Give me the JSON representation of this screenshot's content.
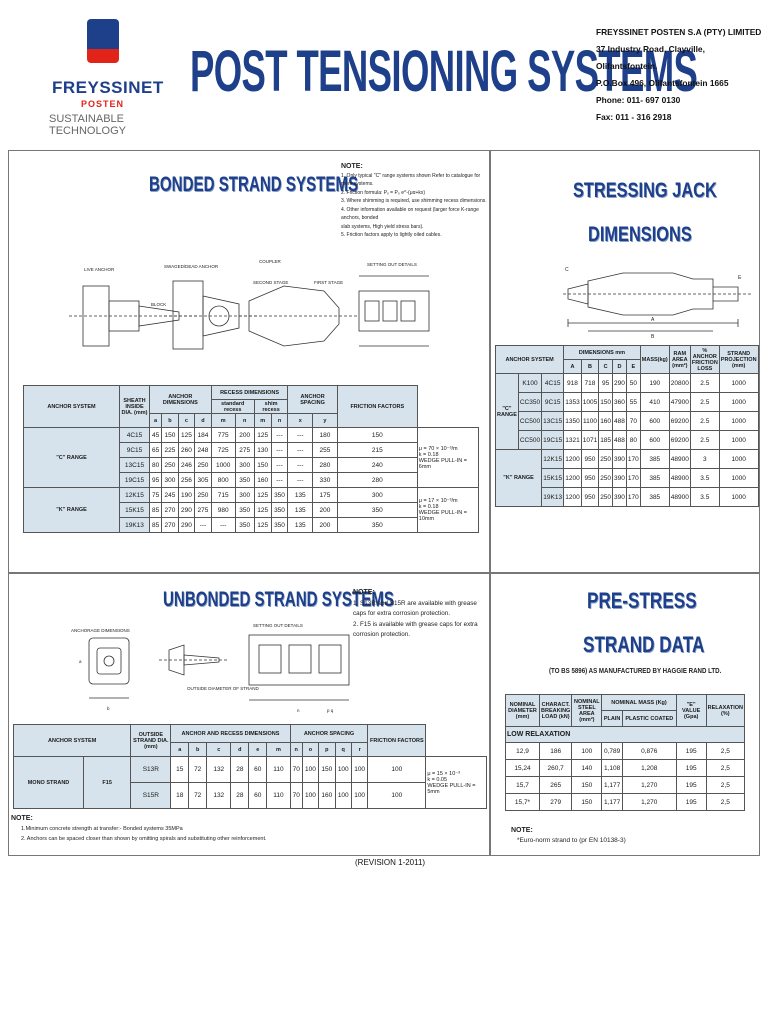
{
  "logo": {
    "name": "FREYSSINET",
    "sub": "POSTEN",
    "tagline": "SUSTAINABLE TECHNOLOGY"
  },
  "title": "POST TENSIONING SYSTEMS",
  "company": {
    "lines": [
      "FREYSSINET POSTEN S.A (PTY) LIMITED",
      "37 Industry Road, Clayville, Olifantsfontein.",
      "P.O.Box 496, Olifantsfontein 1665",
      "Phone: 011- 697 0130",
      "Fax: 011 - 316 2918"
    ]
  },
  "bonded": {
    "title": "BONDED STRAND SYSTEMS",
    "note_title": "NOTE:",
    "notes": [
      "1. Only typical \"C\" range systems shown Refer to catalogue for more systems.",
      "2. Friction formula: Pₓ = P₀ e^-(μα+kx)",
      "3. Where shimming is required, use shimming recess dimensions.",
      "4. Other information available on request (larger force K-range anchors, bonded",
      "slab systems, High yield stress bars).",
      "5. Friction factors apply to lightly oiled cables."
    ],
    "diagram_labels": [
      "LIVE ANCHOR",
      "SWAGED/DEAD ANCHOR",
      "COUPLER",
      "SETTING OUT DETAILS",
      "BLOCK",
      "SECOND STAGE",
      "FIRST STAGE"
    ],
    "headers": {
      "anchor_system": "ANCHOR SYSTEM",
      "sheath": "SHEATH INSIDE DIA. (mm)",
      "anchor_dims": "ANCHOR DIMENSIONS",
      "recess_dims": "RECESS DIMENSIONS",
      "standard_recess": "standard recess",
      "shim_recess": "shim recess",
      "anchor_spacing": "ANCHOR SPACING",
      "friction": "FRICTION FACTORS",
      "cols": [
        "a",
        "b",
        "c",
        "d",
        "m",
        "n",
        "m",
        "n",
        "x",
        "y"
      ]
    },
    "c_range_label": "\"C\" RANGE",
    "k_range_label": "\"K\" RANGE",
    "c_rows": [
      [
        "4C15",
        "45",
        "150",
        "125",
        "184",
        "775",
        "200",
        "125",
        "---",
        "---",
        "180",
        "150"
      ],
      [
        "9C15",
        "65",
        "225",
        "260",
        "248",
        "725",
        "275",
        "130",
        "---",
        "---",
        "255",
        "215"
      ],
      [
        "13C15",
        "80",
        "250",
        "246",
        "250",
        "1000",
        "300",
        "150",
        "---",
        "---",
        "280",
        "240"
      ],
      [
        "19C15",
        "95",
        "300",
        "256",
        "305",
        "800",
        "350",
        "160",
        "---",
        "---",
        "330",
        "280"
      ]
    ],
    "k_rows": [
      [
        "12K15",
        "75",
        "245",
        "190",
        "250",
        "715",
        "300",
        "125",
        "350",
        "135",
        "175",
        "300"
      ],
      [
        "15K15",
        "85",
        "270",
        "290",
        "275",
        "980",
        "350",
        "125",
        "350",
        "135",
        "200",
        "350"
      ],
      [
        "19K13",
        "85",
        "270",
        "290",
        "---",
        "---",
        "350",
        "125",
        "350",
        "135",
        "200",
        "350"
      ]
    ],
    "c_friction": [
      "μ = 70 × 10⁻³/m",
      "k = 0.18",
      "WEDGE PULL-IN = 6mm"
    ],
    "k_friction": [
      "μ = 17 × 10⁻³/m",
      "k = 0.18",
      "WEDGE PULL-IN = 10mm"
    ]
  },
  "jack": {
    "title1": "STRESSING JACK",
    "title2": "DIMENSIONS",
    "headers": {
      "anchor_system": "ANCHOR SYSTEM",
      "dims": "DIMENSIONS mm",
      "cols": [
        "A",
        "B",
        "C",
        "D",
        "E"
      ],
      "mass": "MASS(kg)",
      "ram": "RAM AREA (mm²)",
      "loss": "% ANCHOR FRICTION LOSS",
      "strand": "STRAND PROJECTION (mm)"
    },
    "c_range_label": "\"C\" RANGE",
    "k_range_label": "\"K\" RANGE",
    "c_rows": [
      [
        "K100",
        "4C15",
        "918",
        "718",
        "95",
        "290",
        "50",
        "190",
        "20800",
        "2.5",
        "1000"
      ],
      [
        "CC350",
        "9C15",
        "1353",
        "1005",
        "150",
        "360",
        "55",
        "410",
        "47900",
        "2.5",
        "1000"
      ],
      [
        "CC500",
        "13C15",
        "1350",
        "1100",
        "160",
        "488",
        "70",
        "600",
        "69200",
        "2.5",
        "1000"
      ],
      [
        "CC500",
        "19C15",
        "1321",
        "1071",
        "185",
        "488",
        "80",
        "600",
        "69200",
        "2.5",
        "1000"
      ]
    ],
    "k_rows": [
      [
        "12K15",
        "1200",
        "950",
        "250",
        "390",
        "170",
        "385",
        "48900",
        "3",
        "1000"
      ],
      [
        "15K15",
        "1200",
        "950",
        "250",
        "390",
        "170",
        "385",
        "48900",
        "3.5",
        "1000"
      ],
      [
        "19K13",
        "1200",
        "950",
        "250",
        "390",
        "170",
        "385",
        "48900",
        "3.5",
        "1000"
      ]
    ]
  },
  "unbonded": {
    "title": "UNBONDED STRAND SYSTEMS",
    "note_title": "NOTE:",
    "notes": [
      "1. S13R and S15R are available with grease",
      "caps for extra corrosion protection.",
      "2. F15 is available with grease caps for extra",
      "corrosion protection."
    ],
    "diagram_labels": [
      "ANCHORAGE DIMENSIONS",
      "SETTING OUT DETAILS",
      "OUTSIDE DIAMETER OF STRAND"
    ],
    "headers": {
      "anchor_system": "ANCHOR SYSTEM",
      "outside": "OUTSIDE STRAND DIA. (mm)",
      "recess": "ANCHOR AND RECESS DIMENSIONS",
      "spacing": "ANCHOR SPACING",
      "friction": "FRICTION FACTORS",
      "cols": [
        "a",
        "b",
        "c",
        "d",
        "e",
        "m",
        "n",
        "o",
        "p",
        "q",
        "r"
      ]
    },
    "mono_label": "MONO STRAND",
    "group_label": "F15",
    "rows": [
      [
        "S13R",
        "15",
        "72",
        "132",
        "28",
        "60",
        "110",
        "70",
        "100",
        "150",
        "100",
        "100",
        "100"
      ],
      [
        "S15R",
        "18",
        "72",
        "132",
        "28",
        "60",
        "110",
        "70",
        "100",
        "160",
        "100",
        "100",
        "100"
      ]
    ],
    "friction": [
      "μ = 15 × 10⁻³",
      "k = 0.05",
      "WEDGE PULL-IN =",
      "5mm"
    ],
    "footer_title": "NOTE:",
    "footer": [
      "1.Minimum concrete strength at transfer:- Bonded systems 35MPa",
      "2. Anchors can be spaced closer than shown by omitting spirals and substituting other reinforcement."
    ]
  },
  "prestress": {
    "title1": "PRE-STRESS",
    "title2": "STRAND DATA",
    "subtitle": "(TO BS 5896) AS MANUFACTURED BY HAGGIE RAND LTD.",
    "headers": {
      "nominal_dia": "NOMINAL DIAMETER (mm)",
      "charact": "CHARACT. BREAKING LOAD (kN)",
      "steel_area": "NOMINAL STEEL AREA (mm²)",
      "mass": "NOMINAL MASS (Kg)",
      "plain": "PLAIN",
      "plastic": "PLASTIC COATED",
      "e_value": "\"E\" VALUE (Gpa)",
      "relaxation": "RELAXATION (%)"
    },
    "section": "LOW RELAXATION",
    "rows": [
      [
        "12,9",
        "186",
        "100",
        "0,789",
        "0,876",
        "195",
        "2,5"
      ],
      [
        "15,24",
        "260,7",
        "140",
        "1,108",
        "1,208",
        "195",
        "2,5"
      ],
      [
        "15,7",
        "265",
        "150",
        "1,177",
        "1,270",
        "195",
        "2,5"
      ],
      [
        "15,7*",
        "279",
        "150",
        "1,177",
        "1,270",
        "195",
        "2,5"
      ]
    ],
    "note_title": "NOTE:",
    "note": "*Euro-norm strand to (pr EN 10138-3)"
  },
  "revision": "(REVISION 1-2011)"
}
